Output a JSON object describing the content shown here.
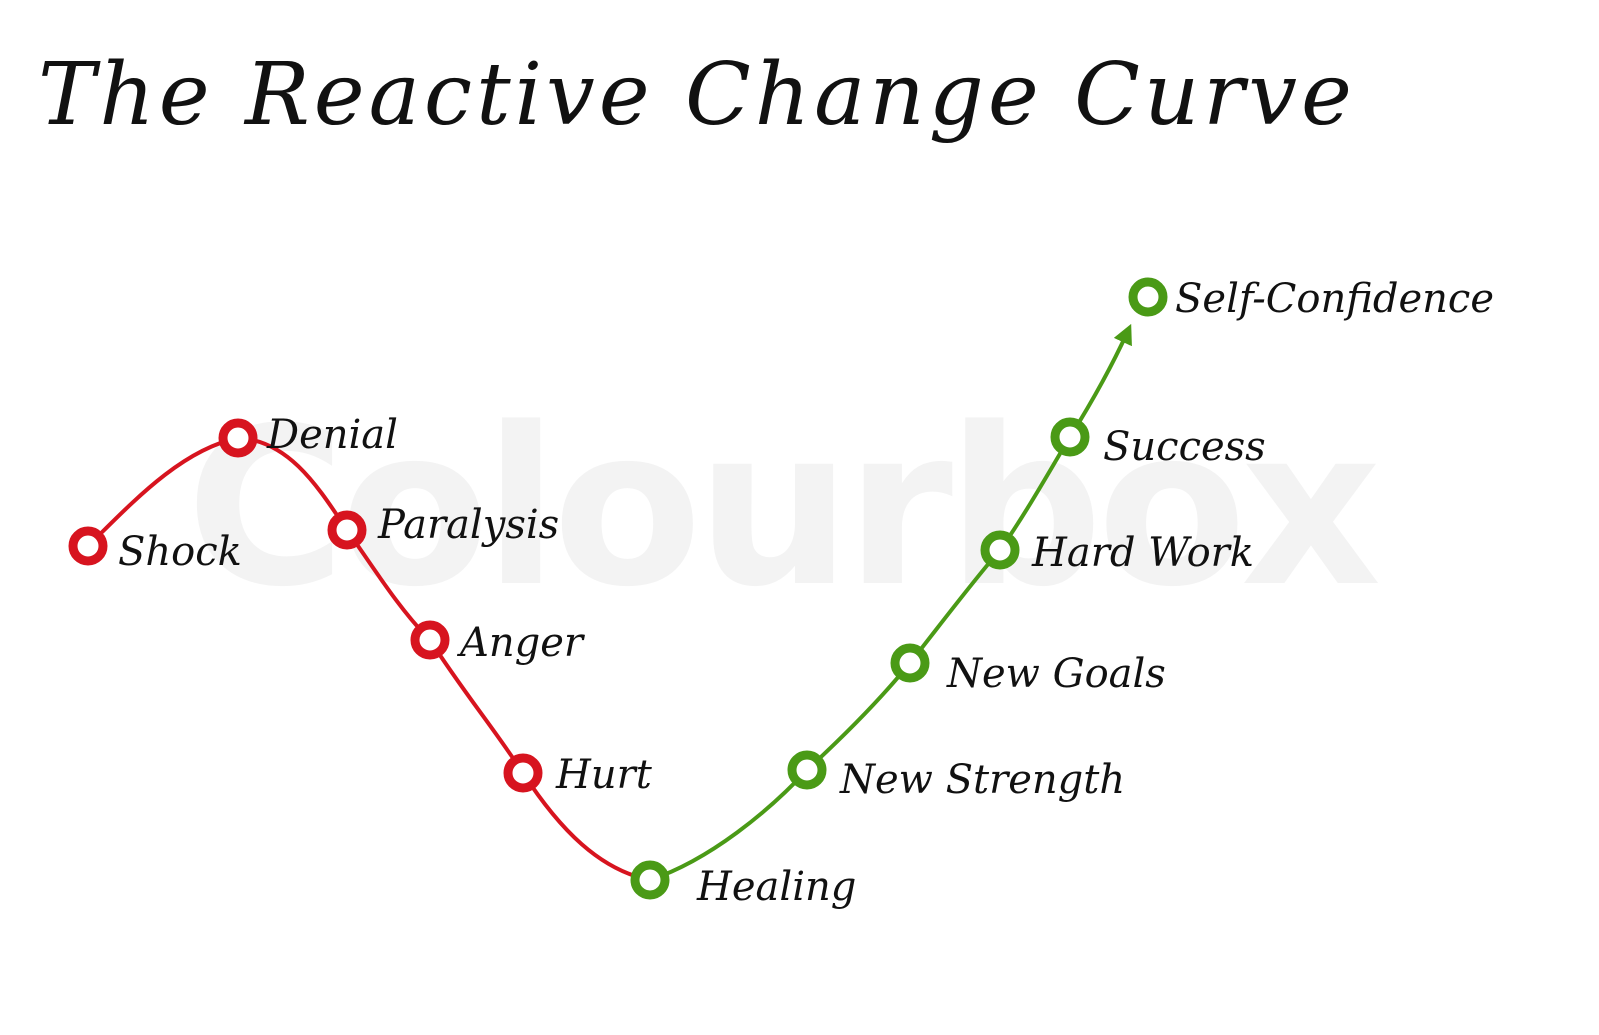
{
  "title": "The Reactive Change Curve",
  "watermark": "Colourbox",
  "colors": {
    "decline": "#d7141f",
    "recovery": "#4a9a16",
    "text": "#111111"
  },
  "stages": [
    {
      "id": "shock",
      "label": "Shock",
      "phase": "decline"
    },
    {
      "id": "denial",
      "label": "Denial",
      "phase": "decline"
    },
    {
      "id": "paralysis",
      "label": "Paralysis",
      "phase": "decline"
    },
    {
      "id": "anger",
      "label": "Anger",
      "phase": "decline"
    },
    {
      "id": "hurt",
      "label": "Hurt",
      "phase": "decline"
    },
    {
      "id": "healing",
      "label": "Healing",
      "phase": "recovery"
    },
    {
      "id": "new-strength",
      "label": "New Strength",
      "phase": "recovery"
    },
    {
      "id": "new-goals",
      "label": "New Goals",
      "phase": "recovery"
    },
    {
      "id": "hard-work",
      "label": "Hard Work",
      "phase": "recovery"
    },
    {
      "id": "success",
      "label": "Success",
      "phase": "recovery"
    },
    {
      "id": "self-confidence",
      "label": "Self-Confidence",
      "phase": "recovery"
    }
  ]
}
